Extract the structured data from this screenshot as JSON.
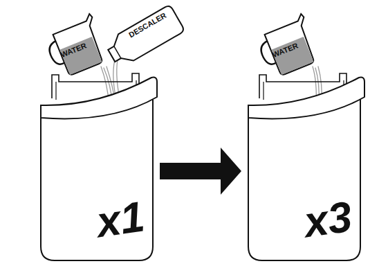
{
  "diagram": {
    "nodes": [
      {
        "text": [
          "WATER"
        ]
      },
      {
        "text": [
          "DESCALER"
        ]
      },
      {
        "text": [
          "x1"
        ]
      },
      {
        "text": [
          "WATER"
        ]
      },
      {
        "text": [
          "x3"
        ]
      }
    ],
    "edges": [
      {
        "from": 2,
        "to": 4,
        "arrow": "to"
      }
    ]
  }
}
